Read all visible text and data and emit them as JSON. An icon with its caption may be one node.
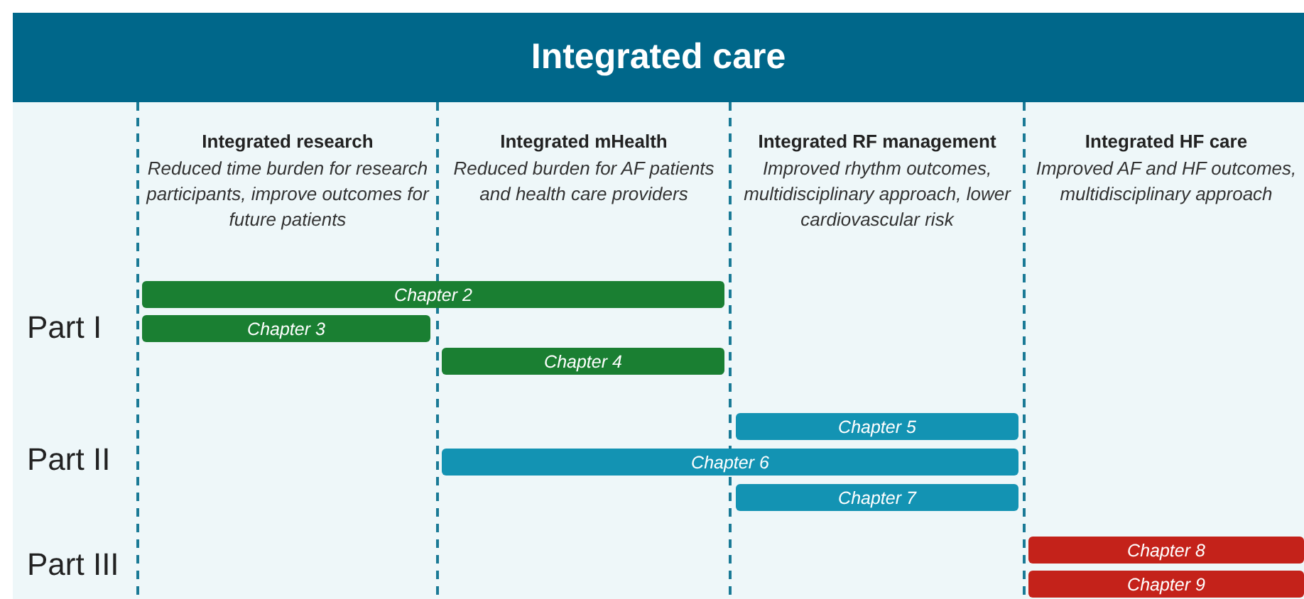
{
  "diagram": {
    "title": "Integrated care",
    "nodes": [
      {
        "text": [
          "Integrated research",
          "Reduced time burden for research participants, improve outcomes for future patients"
        ]
      },
      {
        "text": [
          "Integrated mHealth",
          "Reduced burden for AF patients and health care providers"
        ]
      },
      {
        "text": [
          "Integrated RF management",
          "Improved rhythm outcomes, multidisciplinary approach, lower cardiovascular risk"
        ]
      },
      {
        "text": [
          "Integrated HF care",
          "Improved AF and HF outcomes, multidisciplinary approach"
        ]
      },
      {
        "text": [
          "Chapter 2"
        ]
      },
      {
        "text": [
          "Chapter 3"
        ]
      },
      {
        "text": [
          "Chapter 4"
        ]
      },
      {
        "text": [
          "Chapter 5"
        ]
      },
      {
        "text": [
          "Chapter 6"
        ]
      },
      {
        "text": [
          "Chapter 7"
        ]
      },
      {
        "text": [
          "Chapter 8"
        ]
      },
      {
        "text": [
          "Chapter 9"
        ]
      }
    ],
    "labels": [
      "Part I",
      "Part II",
      "Part III"
    ]
  }
}
